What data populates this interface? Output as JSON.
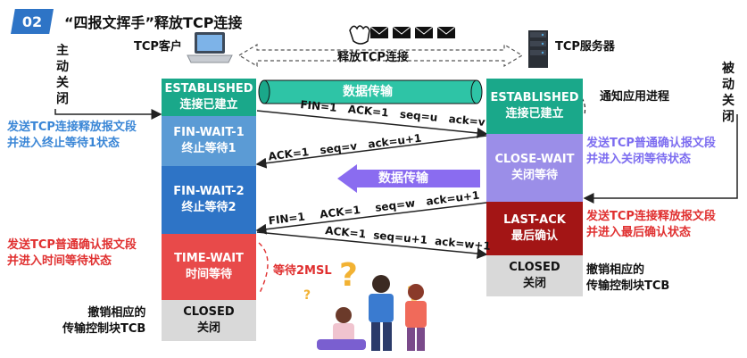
{
  "header": {
    "badge": "02",
    "title": "“四报文挥手”释放TCP连接"
  },
  "client": {
    "label": "TCP客户",
    "active_close": "主动关闭"
  },
  "server": {
    "label": "TCP服务器",
    "passive_close": "被动关闭",
    "notify": "通知应用进程"
  },
  "release_label": "释放TCP连接",
  "data_transfer_top": "数据传输",
  "data_transfer_mid": "数据传输",
  "client_states": [
    {
      "line1": "ESTABLISHED",
      "line2": "连接已建立",
      "color": "#1aa88a"
    },
    {
      "line1": "FIN-WAIT-1",
      "line2": "终止等待1",
      "color": "#5b9bd5"
    },
    {
      "line1": "FIN-WAIT-2",
      "line2": "终止等待2",
      "color": "#2e74c6"
    },
    {
      "line1": "TIME-WAIT",
      "line2": "时间等待",
      "color": "#e84a4a"
    },
    {
      "line1": "CLOSED",
      "line2": "关闭",
      "color": "#d9d9d9"
    }
  ],
  "server_states": [
    {
      "line1": "ESTABLISHED",
      "line2": "连接已建立",
      "color": "#1aa88a"
    },
    {
      "line1": "CLOSE-WAIT",
      "line2": "关闭等待",
      "color": "#9b8ee8"
    },
    {
      "line1": "LAST-ACK",
      "line2": "最后确认",
      "color": "#a31515"
    },
    {
      "line1": "CLOSED",
      "line2": "关闭",
      "color": "#d9d9d9"
    }
  ],
  "messages": {
    "m1": {
      "a": "FIN=1",
      "b": "ACK=1",
      "c": "seq=u",
      "d": "ack=v"
    },
    "m2": {
      "a": "ACK=1",
      "b": "seq=v",
      "c": "ack=u+1"
    },
    "m3": {
      "a": "FIN=1",
      "b": "ACK=1",
      "c": "seq=w",
      "d": "ack=u+1"
    },
    "m4": {
      "a": "ACK=1",
      "b": "seq=u+1",
      "c": "ack=w+1"
    }
  },
  "left_notes": {
    "n1_line1": "发送TCP连接释放报文段",
    "n1_line2": "并进入终止等待1状态",
    "n2_line1": "发送TCP普通确认报文段",
    "n2_line2": "并进入时间等待状态",
    "n3_line1": "撤销相应的",
    "n3_line2": "传输控制块TCB"
  },
  "right_notes": {
    "n1_line1": "发送TCP普通确认报文段",
    "n1_line2": "并进入关闭等待状态",
    "n2_line1": "发送TCP连接释放报文段",
    "n2_line2": "并进入最后确认状态",
    "n3_line1": "撤销相应的",
    "n3_line2": "传输控制块TCB"
  },
  "wait_label": "等待2MSL",
  "colors": {
    "blue_note": "#3a86d6",
    "purple_note": "#7c6cf0",
    "red_note": "#e03030",
    "badge": "#2e74c6"
  }
}
